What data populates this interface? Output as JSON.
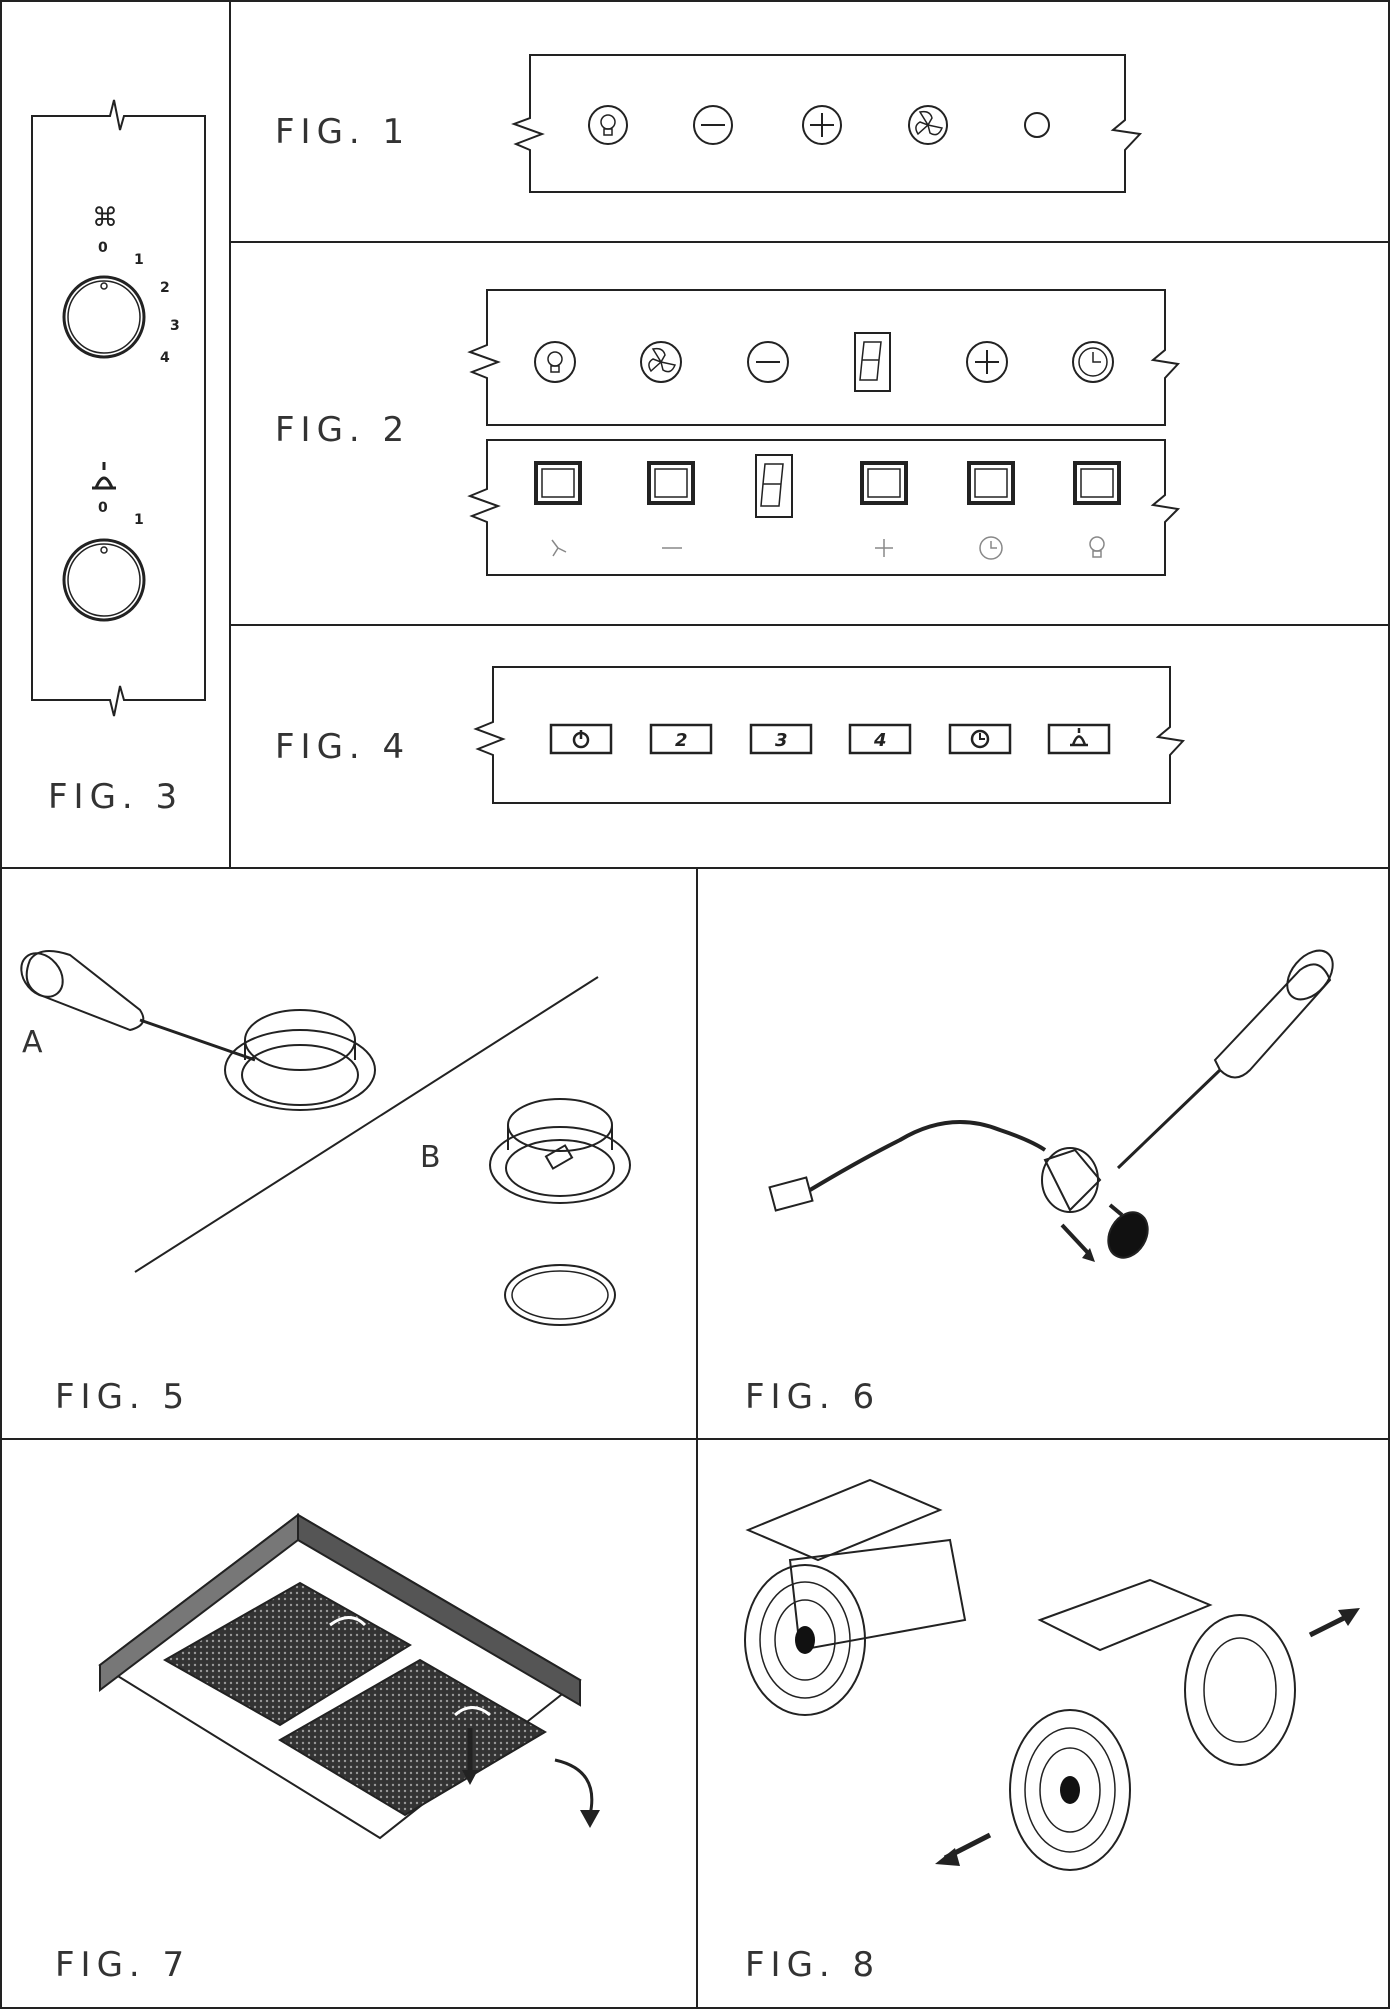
{
  "figures": {
    "fig1": "FIG.  1",
    "fig2": "FIG.  2",
    "fig3": "FIG.  3",
    "fig4": "FIG.  4",
    "fig5": "FIG.  5",
    "fig6": "FIG.  6",
    "fig7": "FIG.  7",
    "fig8": "FIG.  8"
  },
  "fig3_knobs": {
    "fan_scale": [
      "0",
      "1",
      "2",
      "3",
      "4"
    ],
    "light_scale": [
      "0",
      "1"
    ]
  },
  "fig4_buttons": [
    "2",
    "3",
    "4"
  ],
  "fig5_labels": {
    "a": "A",
    "b": "B"
  }
}
